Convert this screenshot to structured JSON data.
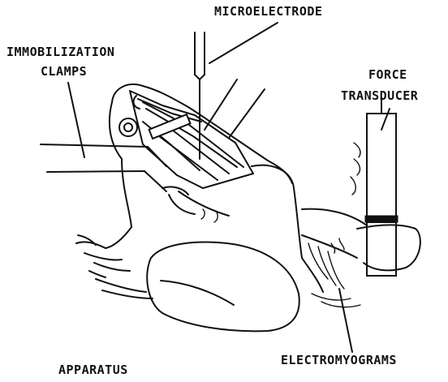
{
  "labels": {
    "microelectrode": "MICROELECTRODE",
    "clamps_line1": "IMMOBILIZATION",
    "clamps_line2": "CLAMPS",
    "force_line1": "FORCE",
    "force_line2": "TRANSDUCER",
    "electromyograms": "ELECTROMYOGRAMS",
    "apparatus": "APPARATUS"
  }
}
